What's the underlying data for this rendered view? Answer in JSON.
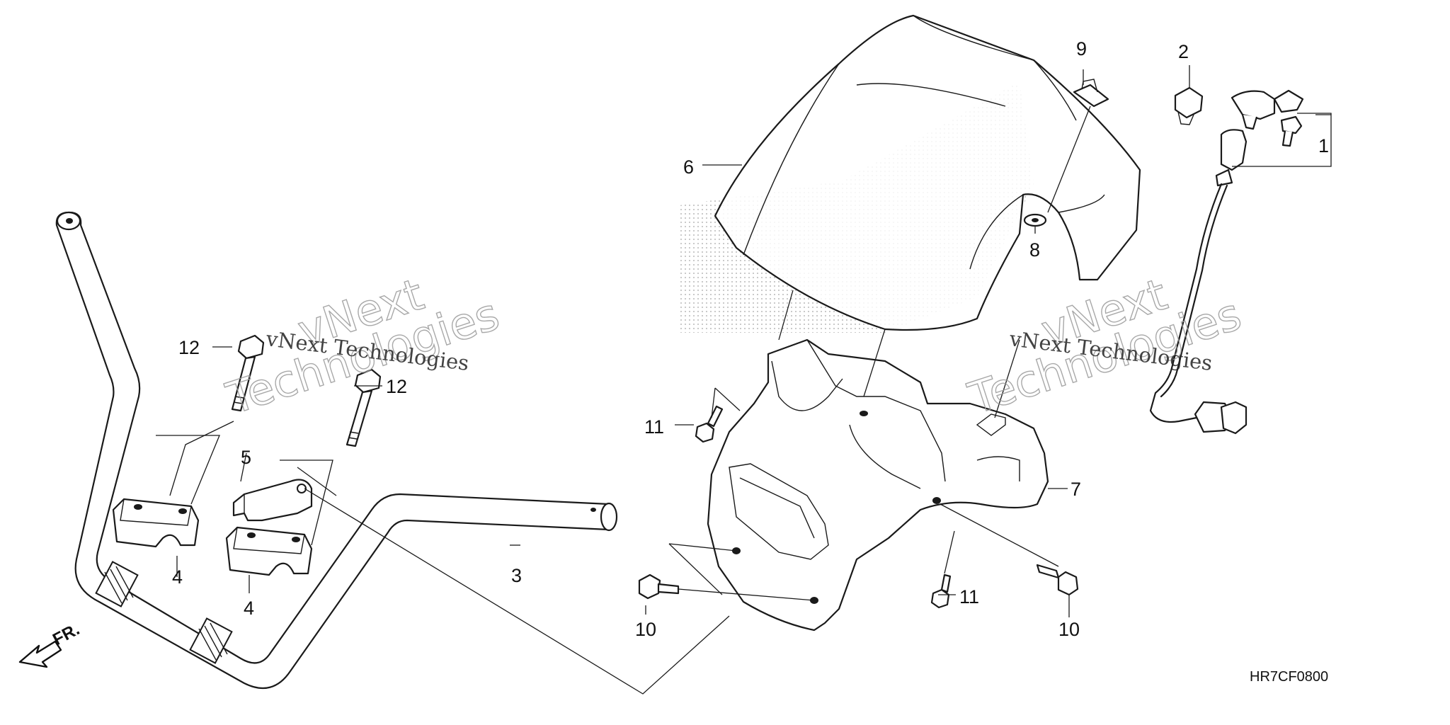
{
  "diagram": {
    "catalog_code": "HR7CF0800",
    "front_marker": "FR.",
    "watermark": {
      "line1": "vNext",
      "line2": "Technologies",
      "caption": "vNext Technologies"
    },
    "callouts": {
      "c1": "1",
      "c2": "2",
      "c3": "3",
      "c4a": "4",
      "c4b": "4",
      "c5": "5",
      "c6": "6",
      "c7": "7",
      "c8": "8",
      "c9": "9",
      "c10a": "10",
      "c10b": "10",
      "c11a": "11",
      "c11b": "11",
      "c12a": "12",
      "c12b": "12"
    }
  }
}
